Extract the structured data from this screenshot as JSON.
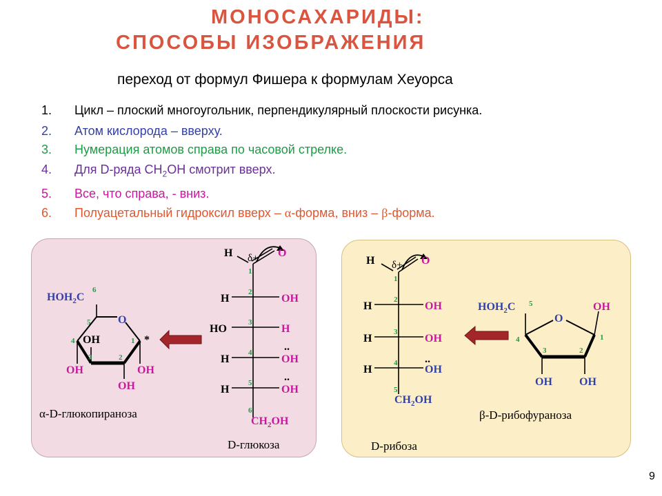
{
  "title": {
    "line1": "МОНОСАХАРИДЫ:",
    "line2": "СПОСОБЫ ИЗОБРАЖЕНИЯ"
  },
  "subtitle": "переход от формул Фишера к формулам Хеуорса",
  "rules": [
    {
      "num": "1.",
      "text": "Цикл – плоский многоугольник, перпендикулярный плоскости рисунка."
    },
    {
      "num": "2.",
      "text": "Атом кислорода – вверху."
    },
    {
      "num": "3.",
      "text": "Нумерация атомов справа по часовой стрелке."
    },
    {
      "num": "4.",
      "text_before": "Для D-ряда CH",
      "sub": "2",
      "text_after": "OH смотрит вверх."
    },
    {
      "num": "5.",
      "text": "Все, что справа, - вниз."
    },
    {
      "num": "6.",
      "text_a": "Полуацетальный гидроксил вверх – ",
      "alpha": "α",
      "text_b": "-форма, вниз – ",
      "beta": "β",
      "text_c": "-форма."
    }
  ],
  "colors": {
    "title": "#d9553f",
    "blue": "#3340a8",
    "green": "#1f9a46",
    "purple": "#6a2f98",
    "magenta": "#c8199c",
    "orange": "#e0572f",
    "arrow": "#a3262b"
  },
  "glucose_fischer": {
    "caption": "D-глюкоза",
    "top_h": "H",
    "delta": "δ+",
    "oxygen": "O",
    "rows": [
      {
        "left": "H",
        "right": "OH"
      },
      {
        "left": "HO",
        "right": "H"
      },
      {
        "left": "H",
        "right": "OH"
      },
      {
        "left": "H",
        "right": "OH"
      }
    ],
    "numbers": [
      "1",
      "2",
      "3",
      "4",
      "5",
      "6"
    ],
    "bottom_a": "CH",
    "bottom_sub": "2",
    "bottom_b": "OH",
    "lone_pair": ".."
  },
  "glucopyranose": {
    "caption": "α-D-глюкопираноза",
    "hoh2c_a": "HOH",
    "hoh2c_sub": "2",
    "hoh2c_b": "C",
    "ring_o": "O",
    "oh_inner": "OH",
    "oh_c4": "OH",
    "oh_c3": "OH",
    "oh_c1": "OH",
    "star": "*",
    "numbers": [
      "6",
      "5",
      "4",
      "3",
      "2",
      "1"
    ]
  },
  "ribose_fischer": {
    "caption": "D-рибоза",
    "top_h": "H",
    "delta": "δ+",
    "oxygen": "O",
    "rows": [
      {
        "left": "H",
        "right": "OH"
      },
      {
        "left": "H",
        "right": "OH"
      },
      {
        "left": "H",
        "right": "OH"
      }
    ],
    "numbers": [
      "1",
      "2",
      "3",
      "4",
      "5"
    ],
    "bottom_a": "CH",
    "bottom_sub": "2",
    "bottom_b": "OH",
    "lone_pair": ".."
  },
  "ribofuranose": {
    "caption": "β-D-рибофураноза",
    "hoh2c_a": "HOH",
    "hoh2c_sub": "2",
    "hoh2c_b": "C",
    "ring_o": "O",
    "oh_c1": "OH",
    "oh_c3": "OH",
    "oh_c2": "OH",
    "numbers": [
      "5",
      "4",
      "3",
      "2",
      "1"
    ]
  },
  "page_number": "9"
}
